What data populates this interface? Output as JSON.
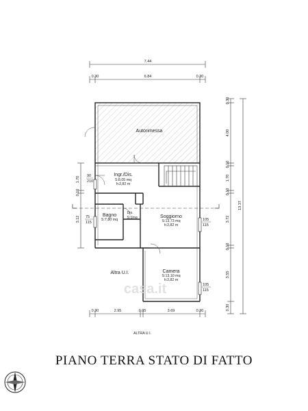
{
  "title": "PIANO TERRA STATO DI FATTO",
  "labels": {
    "below_plan": "ALTRA U.I.",
    "left_unit": "Altra U.I."
  },
  "rooms": {
    "autorimessa": {
      "name": "Autorimessa"
    },
    "ingresso": {
      "name": "Ingr./Dis.",
      "surface": "S:8,05 mq",
      "height": "h:2,82 m"
    },
    "bagno": {
      "name": "Bagno",
      "surface": "S:7,80 mq"
    },
    "disimpegno": {
      "name": "Dis.",
      "surface": "S:1mq"
    },
    "soggiorno": {
      "name": "Soggiorno",
      "surface": "S:13,73 mq",
      "height": "h:2,82 m"
    },
    "camera": {
      "name": "Camera",
      "surface": "S:13,10 mq",
      "height": "h:2,82 m"
    }
  },
  "dimensions": {
    "top": {
      "overall": "7.44",
      "inner": "6.84",
      "left_wall": "0.30",
      "right_wall": "0.30"
    },
    "bottom": {
      "a": "0.30",
      "b": "2.95",
      "c": "0.05",
      "d": "3.69",
      "e": "0.30"
    },
    "right": {
      "d1": "0.30",
      "d2": "4.00",
      "d3": "0.10",
      "d4": "1.70",
      "d5": "0.10",
      "d6": "3.72",
      "d7": "0.10",
      "d8": "3.55",
      "d9": "0.30",
      "overall": "13.37"
    },
    "left": {
      "h1": "1.70",
      "h2": "0.10",
      "h3": "3.12"
    },
    "openings": {
      "door_ingresso_w": "90",
      "door_ingresso_h": "210",
      "window_bagno_w": "75",
      "window_bagno_h": "115",
      "window_soggiorno_w": "105",
      "window_soggiorno_h": "115",
      "window_camera_w": "105",
      "window_camera_h": "115"
    }
  },
  "watermark": "casa.it"
}
